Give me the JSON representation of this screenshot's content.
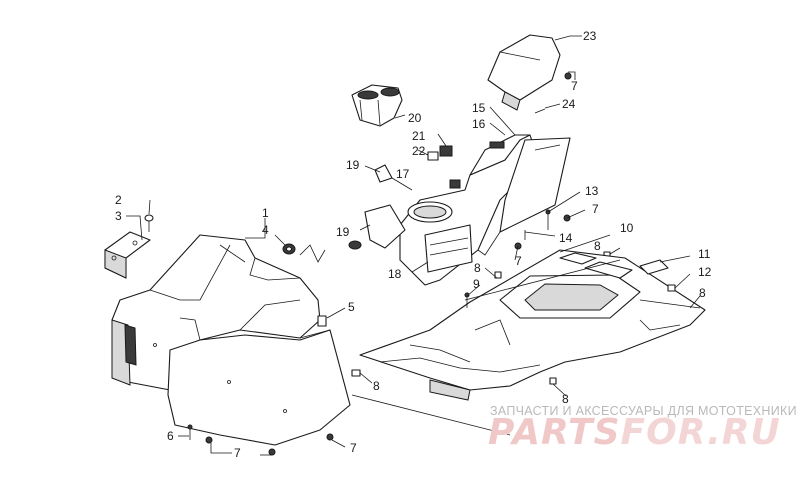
{
  "callouts": [
    {
      "label": "1"
    },
    {
      "label": "2"
    },
    {
      "label": "3"
    },
    {
      "label": "4"
    },
    {
      "label": "5"
    },
    {
      "label": "6"
    },
    {
      "label": "7"
    },
    {
      "label": "7"
    },
    {
      "label": "7"
    },
    {
      "label": "7"
    },
    {
      "label": "7"
    },
    {
      "label": "8"
    },
    {
      "label": "8"
    },
    {
      "label": "8"
    },
    {
      "label": "8"
    },
    {
      "label": "8"
    },
    {
      "label": "9"
    },
    {
      "label": "10"
    },
    {
      "label": "11"
    },
    {
      "label": "12"
    },
    {
      "label": "13"
    },
    {
      "label": "14"
    },
    {
      "label": "15"
    },
    {
      "label": "16"
    },
    {
      "label": "17"
    },
    {
      "label": "18"
    },
    {
      "label": "19"
    },
    {
      "label": "19"
    },
    {
      "label": "20"
    },
    {
      "label": "21"
    },
    {
      "label": "22"
    },
    {
      "label": "23"
    },
    {
      "label": "24"
    },
    {
      "label": "7"
    }
  ],
  "watermark": {
    "tagline": "ЗАПЧАСТИ И АКСЕССУАРЫ ДЛЯ МОТОТЕХНИКИ",
    "logo_part1": "PARTS",
    "logo_part2": "FOR.RU",
    "color": "#f0c8c8"
  }
}
